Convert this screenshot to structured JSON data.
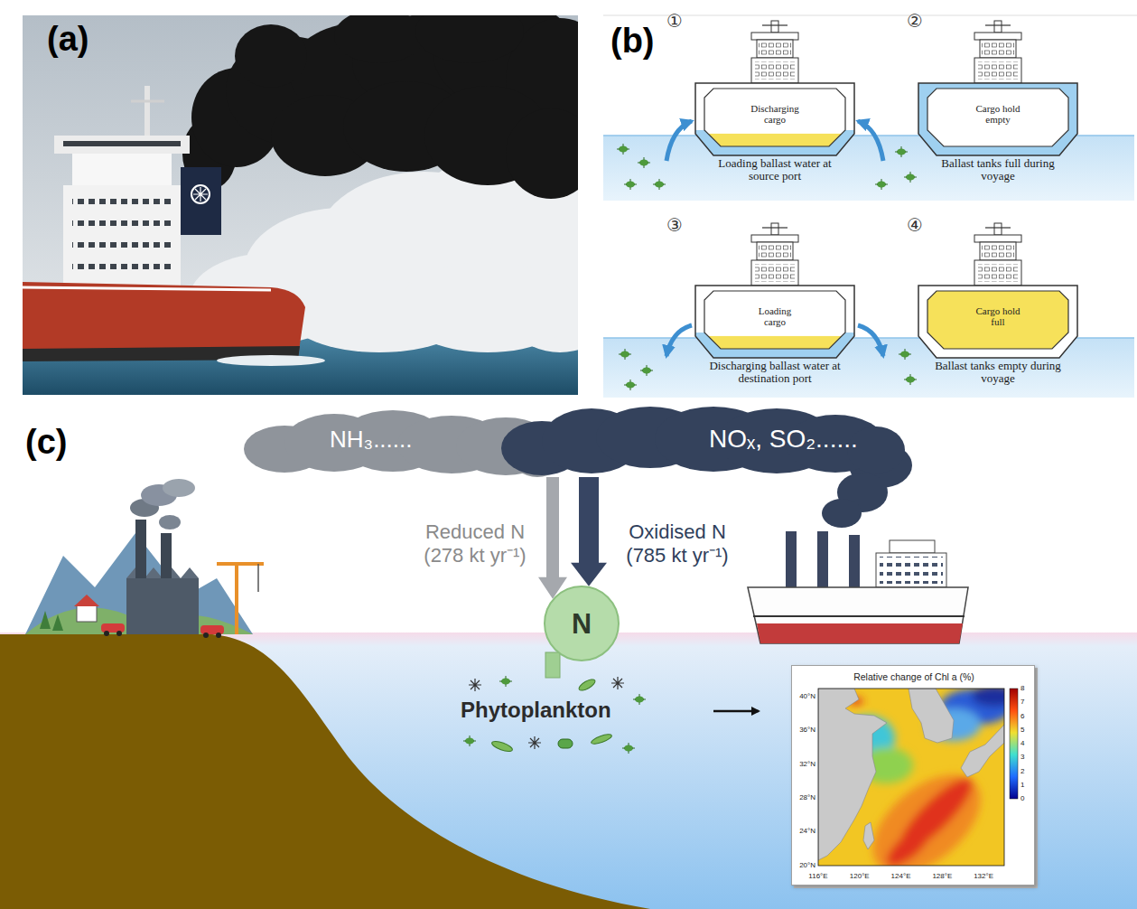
{
  "diagram": {
    "nodes": [
      {
        "text": [
          "Discharging cargo",
          "Loading ballast water at source port"
        ]
      },
      {
        "text": [
          "Cargo hold empty",
          "Ballast tanks full during voyage"
        ]
      },
      {
        "text": [
          "Loading cargo",
          "Discharging ballast water at destination port"
        ]
      },
      {
        "text": [
          "Cargo hold full",
          "Ballast tanks empty during voyage"
        ]
      },
      {
        "text": [
          "NH₃......"
        ]
      },
      {
        "text": [
          "NOₓ, SO₂......"
        ]
      },
      {
        "text": [
          "N"
        ]
      },
      {
        "text": [
          "Relative change of Chl a (%)"
        ]
      }
    ],
    "edges": [
      {
        "from": 4,
        "to": 6,
        "arrow": "to",
        "label": "Reduced N (278 kt yr⁻¹)"
      },
      {
        "from": 5,
        "to": 6,
        "arrow": "to",
        "label": "Oxidised N (785 kt yr⁻¹)"
      }
    ],
    "labels": [
      "(a)",
      "(b)",
      "(c)",
      "①",
      "②",
      "③",
      "④",
      "Phytoplankton",
      "40°N",
      "36°N",
      "32°N",
      "28°N",
      "24°N",
      "20°N",
      "116°E",
      "120°E",
      "124°E",
      "128°E",
      "132°E",
      "0",
      "1",
      "2",
      "3",
      "4",
      "5",
      "6",
      "7",
      "8"
    ]
  }
}
